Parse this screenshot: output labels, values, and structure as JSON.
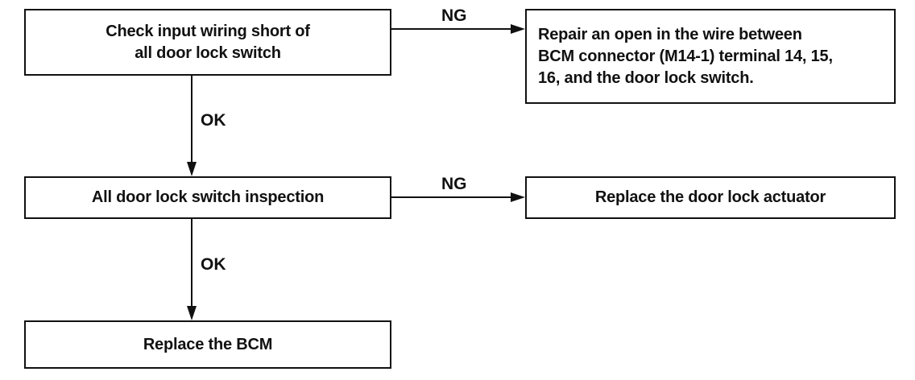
{
  "steps": {
    "check_wiring": {
      "line1": "Check input wiring short of",
      "line2": "all door lock switch"
    },
    "inspection": {
      "text": "All door lock switch inspection"
    },
    "replace_bcm": {
      "text": "Replace the BCM"
    }
  },
  "results": {
    "repair_open": {
      "line1": "Repair an open in the wire between",
      "line2": "BCM connector (M14-1) terminal 14, 15,",
      "line3": "16, and the door lock switch."
    },
    "replace_actuator": {
      "text": "Replace the door lock actuator"
    }
  },
  "branch_labels": {
    "ng_top": "NG",
    "ok_top": "OK",
    "ng_middle": "NG",
    "ok_bottom": "OK"
  }
}
